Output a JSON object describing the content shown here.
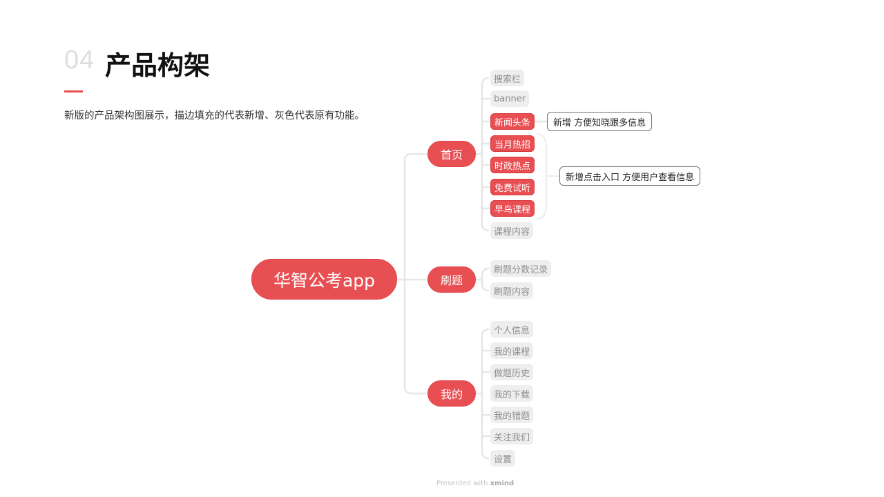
{
  "header": {
    "section_number": "04",
    "section_title": "产品构架",
    "subtitle": "新版的产品架构图展示，描边填充的代表新增、灰色代表原有功能。"
  },
  "mindmap": {
    "root": "华智公考app",
    "branches": [
      {
        "label": "首页",
        "children": [
          {
            "label": "搜索栏",
            "status": "existing"
          },
          {
            "label": "banner",
            "status": "existing"
          },
          {
            "label": "新闻头条",
            "status": "new"
          },
          {
            "label": "当月热招",
            "status": "new"
          },
          {
            "label": "时政热点",
            "status": "new"
          },
          {
            "label": "免费试听",
            "status": "new"
          },
          {
            "label": "早鸟课程",
            "status": "new"
          },
          {
            "label": "课程内容",
            "status": "existing"
          }
        ]
      },
      {
        "label": "刷题",
        "children": [
          {
            "label": "刷题分数记录",
            "status": "existing"
          },
          {
            "label": "刷题内容",
            "status": "existing"
          }
        ]
      },
      {
        "label": "我的",
        "children": [
          {
            "label": "个人信息",
            "status": "existing"
          },
          {
            "label": "我的课程",
            "status": "existing"
          },
          {
            "label": "做题历史",
            "status": "existing"
          },
          {
            "label": "我的下载",
            "status": "existing"
          },
          {
            "label": "我的错题",
            "status": "existing"
          },
          {
            "label": "关注我们",
            "status": "existing"
          },
          {
            "label": "设置",
            "status": "existing"
          }
        ]
      }
    ],
    "callouts": [
      {
        "label": "新增  方便知晓跟多信息",
        "attached_to": "新闻头条"
      },
      {
        "label": "新增点击入口 方便用户查看信息",
        "attached_to": "当月热招 ~ 早鸟课程"
      }
    ]
  },
  "footer": {
    "prefix": "Presented with",
    "brand": "xmind"
  },
  "colors": {
    "accent": "#e84f53",
    "existing_fill": "#eeeeed",
    "existing_text": "#8e8e8e",
    "connector": "#e6e6e6",
    "section_number": "#dedede"
  }
}
